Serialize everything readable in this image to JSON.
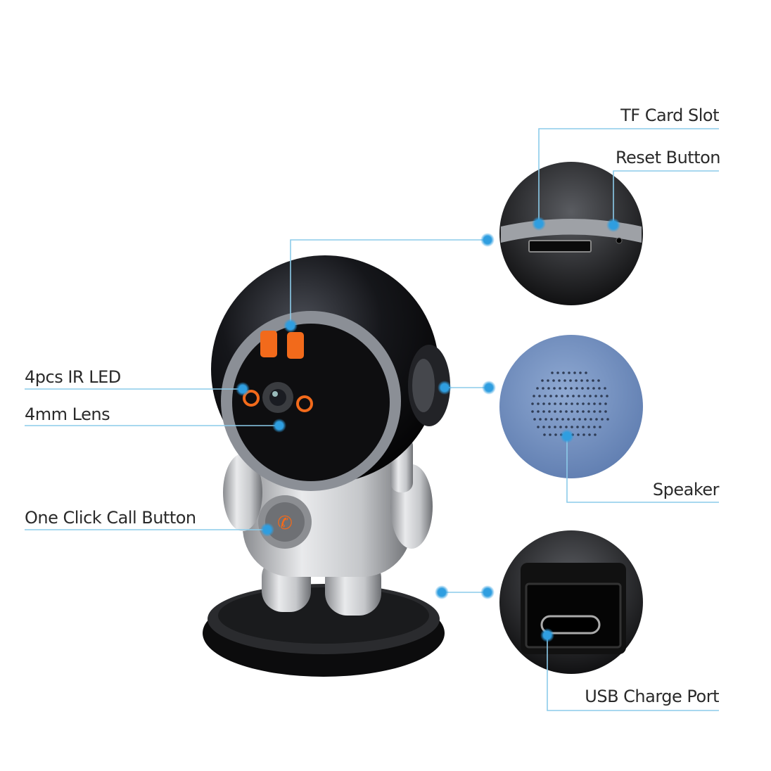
{
  "labels": {
    "tf_card_slot": "TF Card Slot",
    "reset_button": "Reset Button",
    "ir_led": "4pcs IR LED",
    "lens": "4mm Lens",
    "call_button": "One Click Call Button",
    "speaker": "Speaker",
    "usb_port": "USB Charge Port"
  },
  "colors": {
    "line": "#8ccbea",
    "dot": "#2f9ee0",
    "speaker_blue": "#7a97c4",
    "accent_orange": "#f26a1b"
  }
}
